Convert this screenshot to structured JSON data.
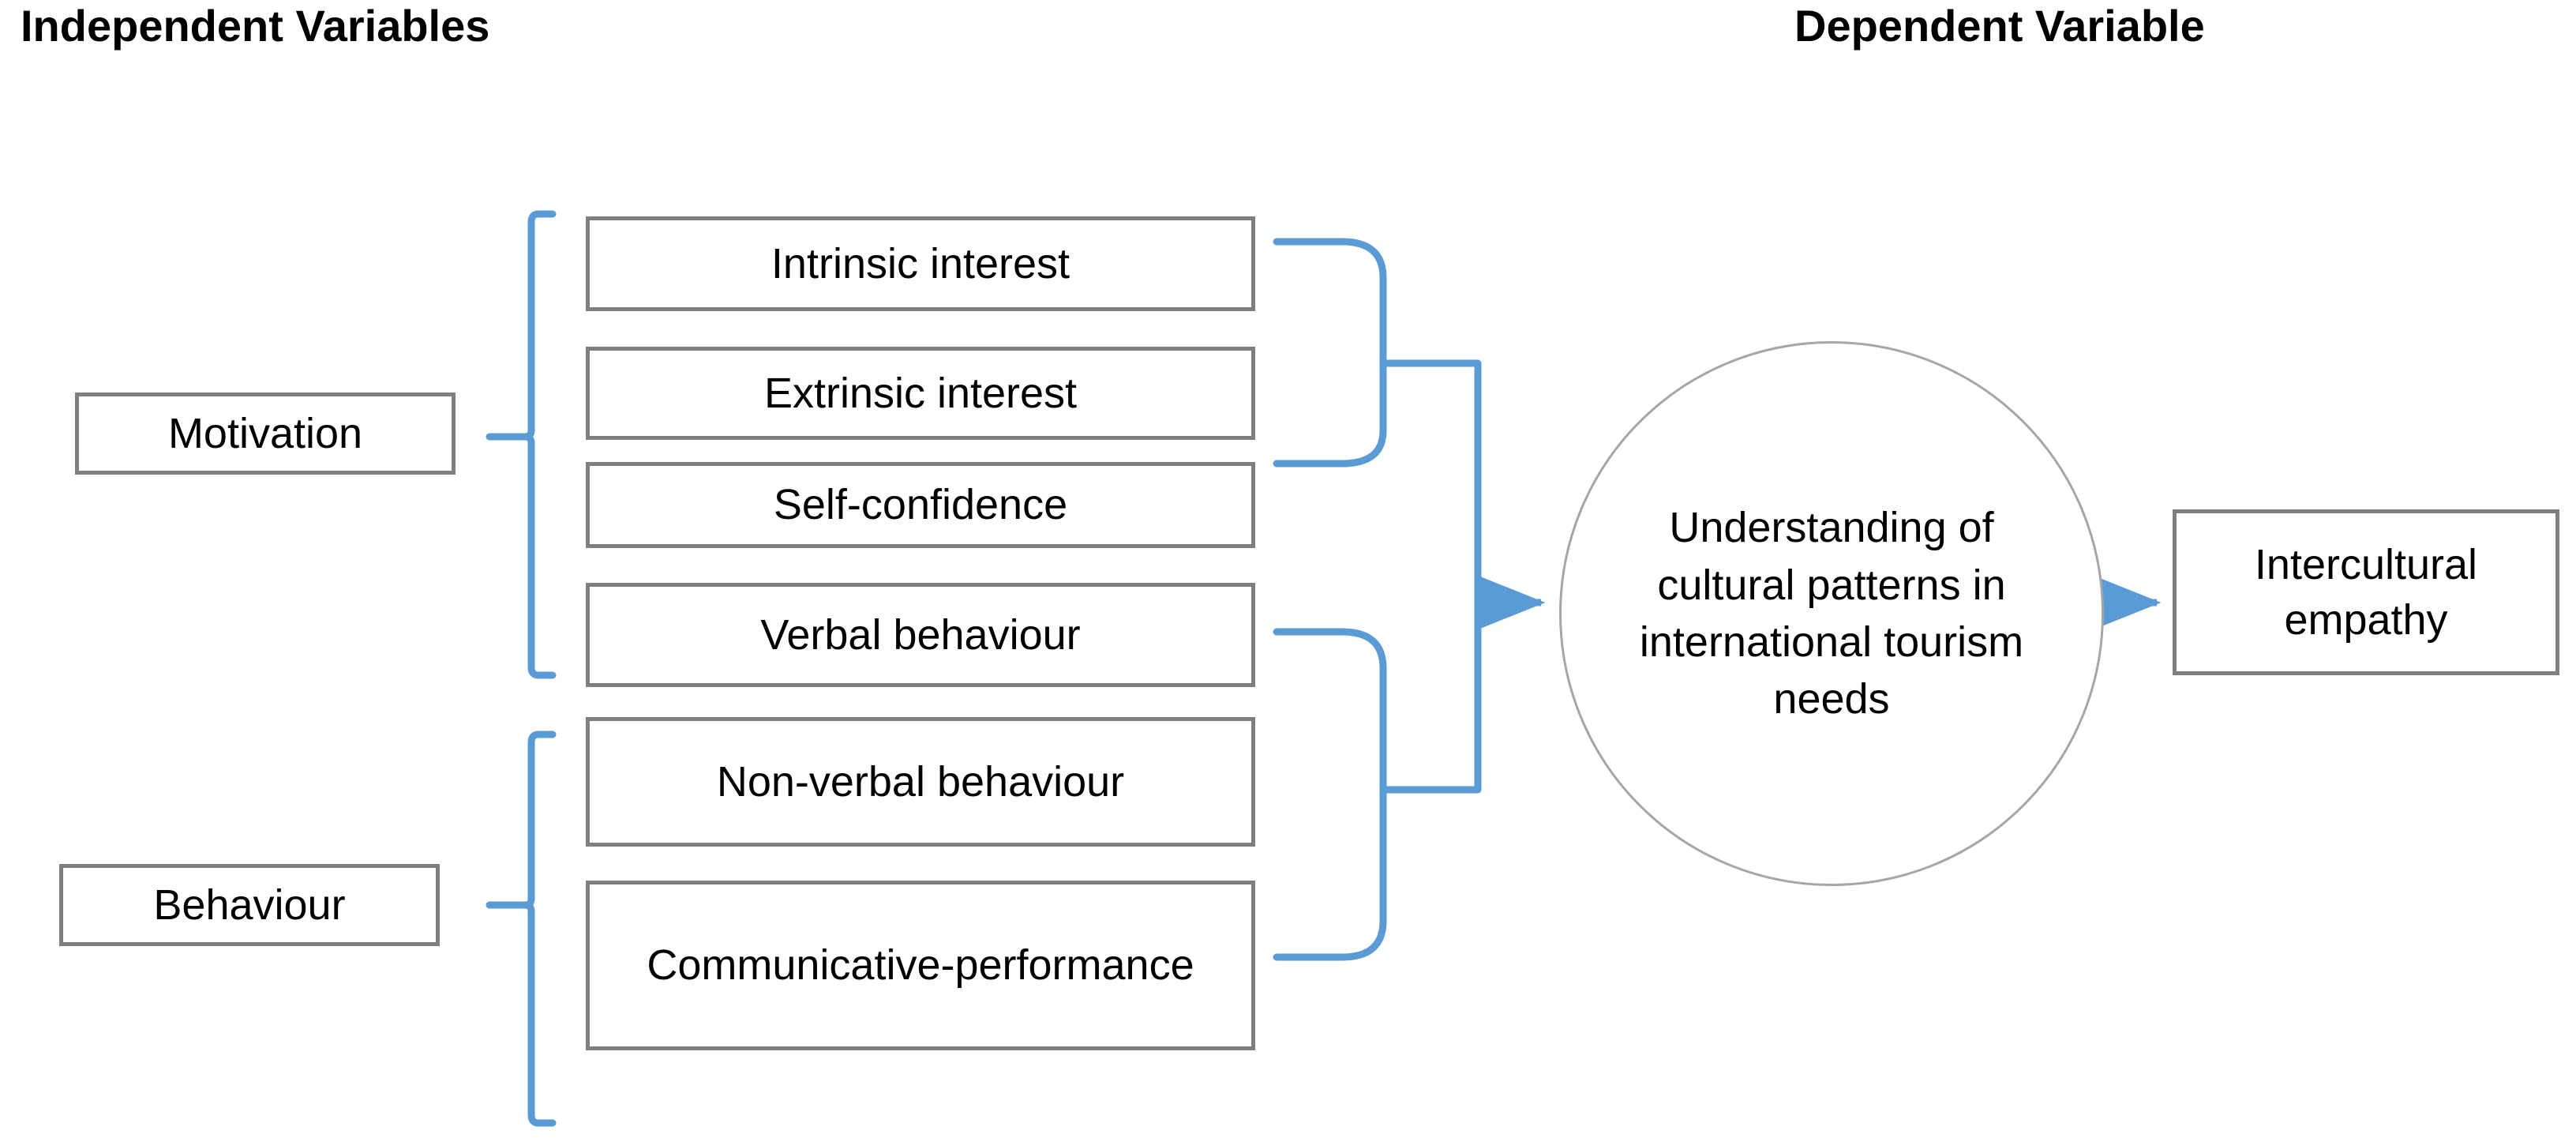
{
  "headers": {
    "independent": "Independent Variables",
    "dependent": "Dependent Variable"
  },
  "colors": {
    "box_border": "#7f7f7f",
    "circle_border": "#a6a6a6",
    "connector": "#5b9bd5",
    "text": "#000000",
    "background": "#ffffff"
  },
  "categories": [
    {
      "id": "motivation",
      "label": "Motivation"
    },
    {
      "id": "behaviour",
      "label": "Behaviour"
    }
  ],
  "independent_variables": [
    {
      "id": "intrinsic",
      "label": "Intrinsic interest",
      "group": "Motivation"
    },
    {
      "id": "extrinsic",
      "label": "Extrinsic interest",
      "group": "Motivation"
    },
    {
      "id": "selfconfidence",
      "label": "Self-confidence",
      "group": "Motivation"
    },
    {
      "id": "verbal",
      "label": "Verbal behaviour",
      "group": "Motivation"
    },
    {
      "id": "nonverbal",
      "label": "Non-verbal behaviour",
      "group": "Behaviour"
    },
    {
      "id": "communicative",
      "label": "Communicative-performance",
      "group": "Behaviour"
    }
  ],
  "mediator": {
    "id": "understanding",
    "label": "Understanding of cultural patterns in international tourism needs"
  },
  "dependent_variable": {
    "id": "empathy",
    "label": "Intercultural empathy"
  },
  "connectors": [
    {
      "from": "independent-variables-group-1",
      "to": "understanding",
      "style": "brace-arrow"
    },
    {
      "from": "independent-variables-group-2",
      "to": "understanding",
      "style": "brace-arrow"
    },
    {
      "from": "understanding",
      "to": "empathy",
      "style": "arrow"
    },
    {
      "from": "motivation",
      "to": "variables-1-4",
      "style": "brace"
    },
    {
      "from": "behaviour",
      "to": "variables-5-6",
      "style": "brace"
    }
  ]
}
